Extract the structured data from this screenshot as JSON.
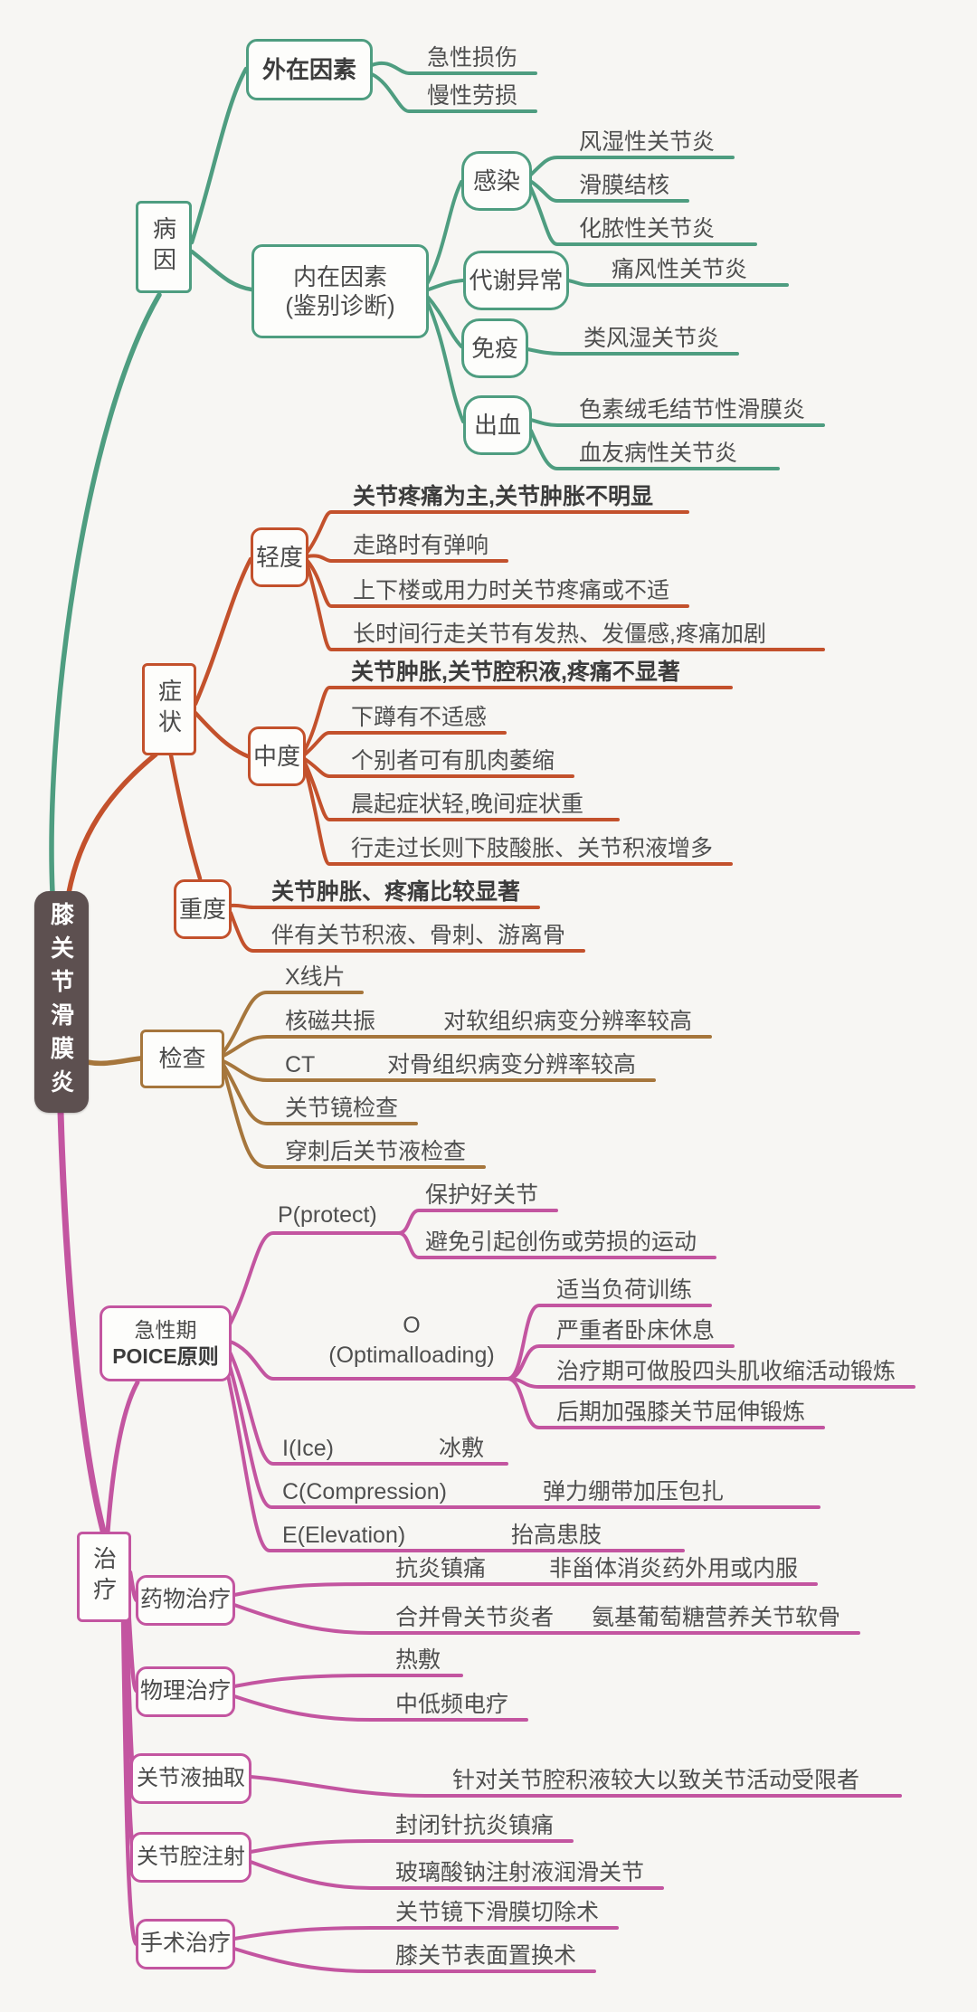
{
  "root": {
    "label": "膝关节滑膜炎"
  },
  "palette": {
    "teal": "#4E9D80",
    "orange": "#C3512C",
    "brown": "#A6763C",
    "pink": "#C355A0",
    "root_bg": "#5D5050",
    "text": "#4F4F4F",
    "background": "#F7F6F3"
  },
  "causes": {
    "label": "病因",
    "external": {
      "label": "外在因素",
      "items": [
        {
          "label": "急性损伤"
        },
        {
          "label": "慢性劳损"
        }
      ]
    },
    "internal": {
      "label": "内在因素",
      "sublabel": "(鉴别诊断)",
      "infection": {
        "label": "感染",
        "items": [
          {
            "label": "风湿性关节炎"
          },
          {
            "label": "滑膜结核"
          },
          {
            "label": "化脓性关节炎"
          }
        ]
      },
      "metabolic": {
        "label": "代谢异常",
        "items": [
          {
            "label": "痛风性关节炎"
          }
        ]
      },
      "immune": {
        "label": "免疫",
        "items": [
          {
            "label": "类风湿关节炎"
          }
        ]
      },
      "bleeding": {
        "label": "出血",
        "items": [
          {
            "label": "色素绒毛结节性滑膜炎"
          },
          {
            "label": "血友病性关节炎"
          }
        ]
      }
    }
  },
  "symptoms": {
    "label": "症状",
    "mild": {
      "label": "轻度",
      "items": [
        {
          "label": "关节疼痛为主,关节肿胀不明显",
          "bold": true
        },
        {
          "label": "走路时有弹响",
          "bold": false
        },
        {
          "label": "上下楼或用力时关节疼痛或不适",
          "bold": false
        },
        {
          "label": "长时间行走关节有发热、发僵感,疼痛加剧",
          "bold": false
        }
      ]
    },
    "moderate": {
      "label": "中度",
      "items": [
        {
          "label": "关节肿胀,关节腔积液,疼痛不显著",
          "bold": true
        },
        {
          "label": "下蹲有不适感",
          "bold": false
        },
        {
          "label": "个别者可有肌肉萎缩",
          "bold": false
        },
        {
          "label": "晨起症状轻,晚间症状重",
          "bold": false
        },
        {
          "label": "行走过长则下肢酸胀、关节积液增多",
          "bold": false
        }
      ]
    },
    "severe": {
      "label": "重度",
      "items": [
        {
          "label": "关节肿胀、疼痛比较显著",
          "bold": true
        },
        {
          "label": "伴有关节积液、骨刺、游离骨",
          "bold": false
        }
      ]
    }
  },
  "exams": {
    "label": "检查",
    "items": [
      {
        "label": "X线片",
        "note": ""
      },
      {
        "label": "核磁共振",
        "note": "对软组织病变分辨率较高"
      },
      {
        "label": "CT",
        "note": "对骨组织病变分辨率较高"
      },
      {
        "label": "关节镜检查",
        "note": ""
      },
      {
        "label": "穿刺后关节液检查",
        "note": ""
      }
    ]
  },
  "treatment": {
    "label": "治疗",
    "poice": {
      "line1": "急性期",
      "line2": "POICE原则",
      "p": {
        "label": "P(protect)",
        "items": [
          {
            "label": "保护好关节"
          },
          {
            "label": "避免引起创伤或劳损的运动"
          }
        ]
      },
      "o": {
        "line1": "O",
        "line2": "(Optimalloading)",
        "items": [
          {
            "label": "适当负荷训练"
          },
          {
            "label": "严重者卧床休息"
          },
          {
            "label": "治疗期可做股四头肌收缩活动锻炼"
          },
          {
            "label": "后期加强膝关节屈伸锻炼"
          }
        ]
      },
      "i": {
        "label": "I(Ice)",
        "note": "冰敷"
      },
      "c": {
        "label": "C(Compression)",
        "note": "弹力绷带加压包扎"
      },
      "e": {
        "label": "E(Elevation)",
        "note": "抬高患肢"
      }
    },
    "medication": {
      "label": "药物治疗",
      "items": [
        {
          "label": "抗炎镇痛",
          "note": "非甾体消炎药外用或内服"
        },
        {
          "label": "合并骨关节炎者",
          "note": "氨基葡萄糖营养关节软骨"
        }
      ]
    },
    "physical": {
      "label": "物理治疗",
      "items": [
        {
          "label": "热敷"
        },
        {
          "label": "中低频电疗"
        }
      ]
    },
    "aspiration": {
      "label": "关节液抽取",
      "items": [
        {
          "label": "针对关节腔积液较大以致关节活动受限者"
        }
      ]
    },
    "injection": {
      "label": "关节腔注射",
      "items": [
        {
          "label": "封闭针抗炎镇痛"
        },
        {
          "label": "玻璃酸钠注射液润滑关节"
        }
      ]
    },
    "surgery": {
      "label": "手术治疗",
      "items": [
        {
          "label": "关节镜下滑膜切除术"
        },
        {
          "label": "膝关节表面置换术"
        }
      ]
    }
  }
}
